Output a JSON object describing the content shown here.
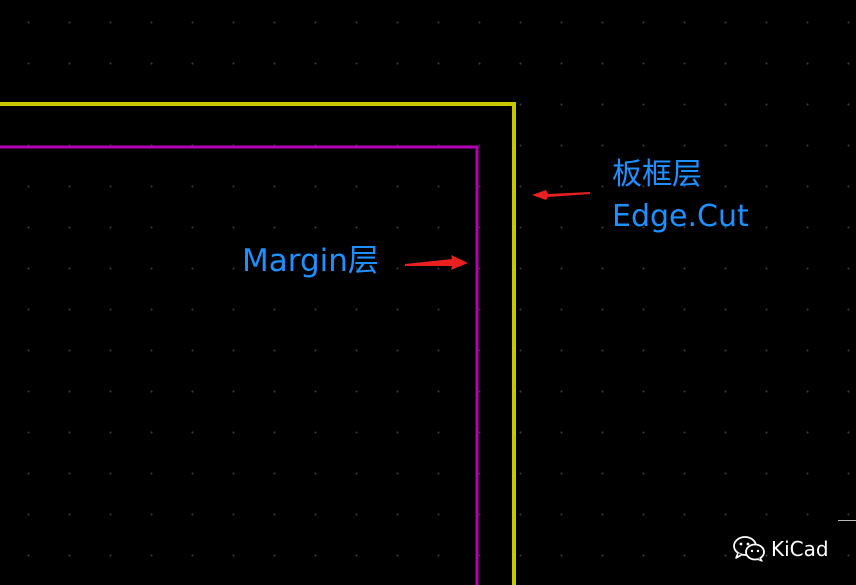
{
  "labels": {
    "edge_cut_cn": "板框层",
    "edge_cut_en": "Edge.Cut",
    "margin": "Margin层"
  },
  "watermark": {
    "text": "KiCad",
    "icon": "wechat-icon"
  },
  "colors": {
    "background": "#000000",
    "grid_dot": "#3a3a3a",
    "edge_cut_outline": "#c8c800",
    "margin_outline": "#b400b4",
    "label_text": "#1e90ff",
    "arrow": "#e82020",
    "watermark_text": "#ffffff"
  }
}
